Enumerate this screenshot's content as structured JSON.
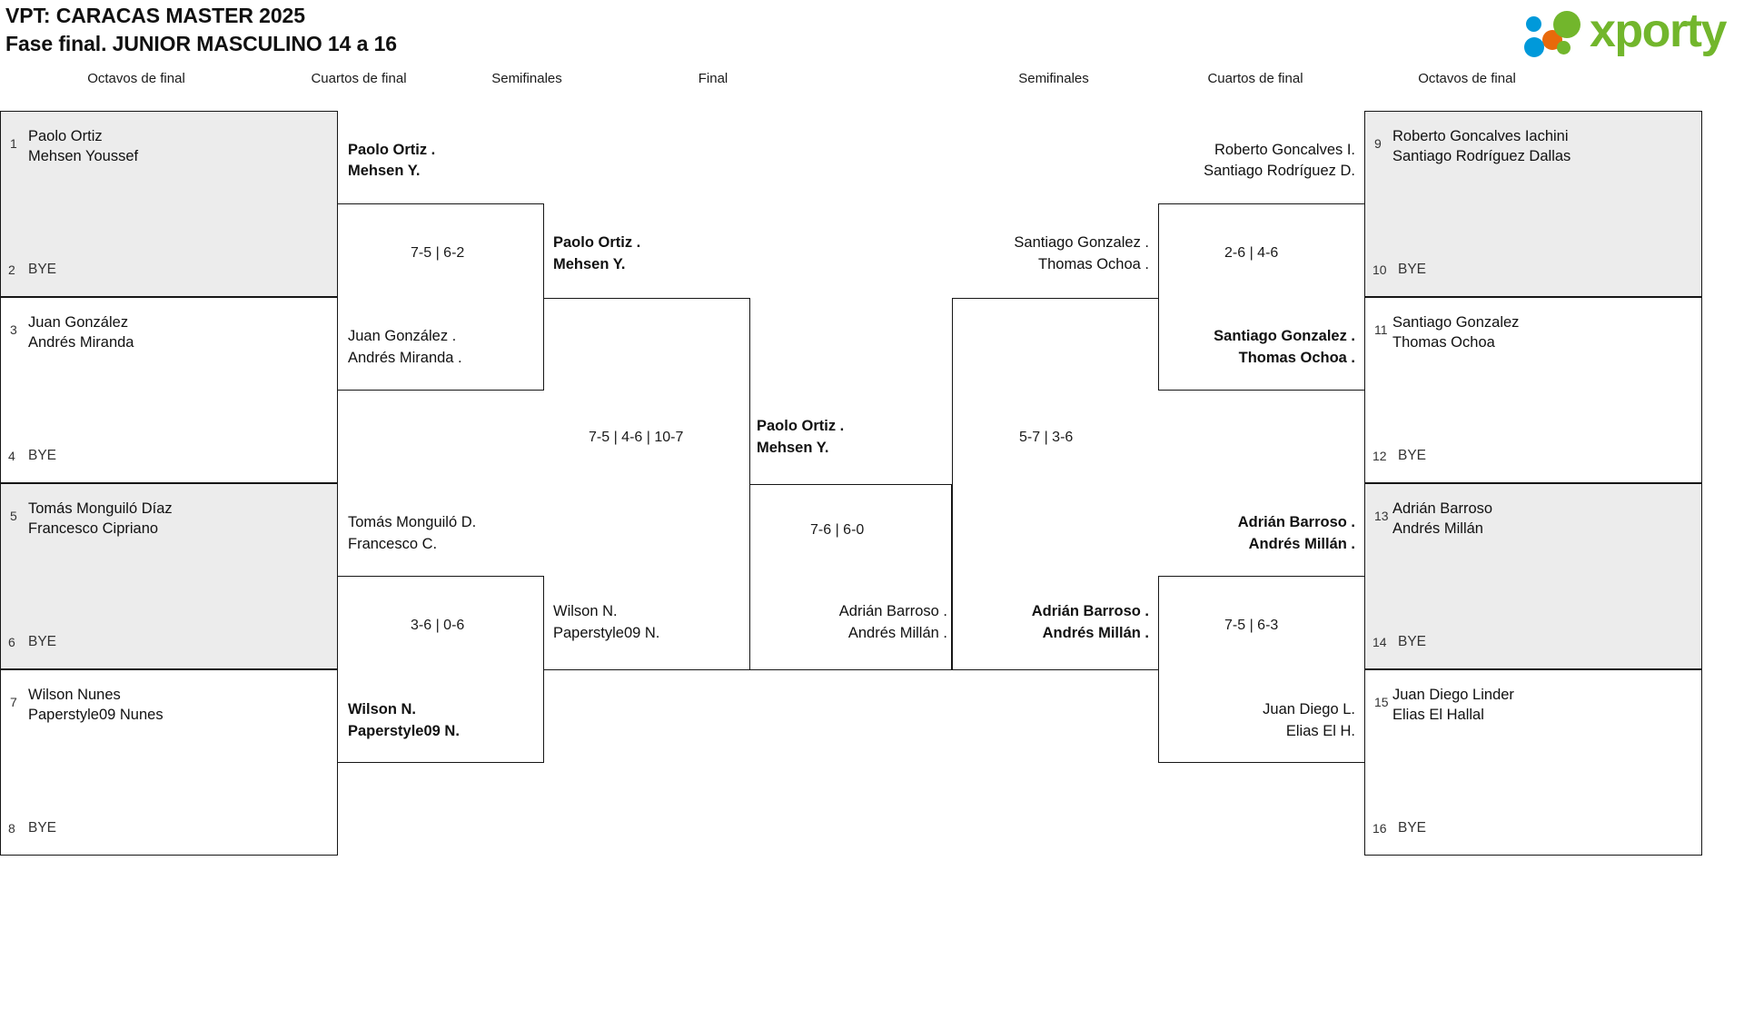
{
  "header": {
    "title_line1": "VPT: CARACAS MASTER 2025",
    "title_line2": "Fase final. JUNIOR MASCULINO 14 a 16",
    "logo_text": "xporty",
    "logo_colors": {
      "green": "#72b62c",
      "blue": "#0099da",
      "orange": "#e8690b"
    }
  },
  "round_headings": {
    "r16_left": "Octavos de final",
    "qf_left": "Cuartos de final",
    "sf_left": "Semifinales",
    "final": "Final",
    "sf_right": "Semifinales",
    "qf_right": "Cuartos de final",
    "r16_right": "Octavos de final"
  },
  "bracket": {
    "round16_left": [
      {
        "seed": "1",
        "line1": "Paolo Ortiz",
        "line2": "Mehsen Youssef"
      },
      {
        "seed": "2",
        "line1": "BYE",
        "line2": ""
      },
      {
        "seed": "3",
        "line1": "Juan González",
        "line2": "Andrés Miranda"
      },
      {
        "seed": "4",
        "line1": "BYE",
        "line2": ""
      },
      {
        "seed": "5",
        "line1": "Tomás Monguiló Díaz",
        "line2": "Francesco Cipriano"
      },
      {
        "seed": "6",
        "line1": "BYE",
        "line2": ""
      },
      {
        "seed": "7",
        "line1": "Wilson Nunes",
        "line2": "Paperstyle09 Nunes"
      },
      {
        "seed": "8",
        "line1": "BYE",
        "line2": ""
      }
    ],
    "round16_right": [
      {
        "seed": "9",
        "line1": "Roberto Goncalves Iachini",
        "line2": "Santiago Rodríguez Dallas"
      },
      {
        "seed": "10",
        "line1": "BYE",
        "line2": ""
      },
      {
        "seed": "11",
        "line1": "Santiago Gonzalez",
        "line2": "Thomas Ochoa"
      },
      {
        "seed": "12",
        "line1": "BYE",
        "line2": ""
      },
      {
        "seed": "13",
        "line1": "Adrián Barroso",
        "line2": "Andrés Millán"
      },
      {
        "seed": "14",
        "line1": "BYE",
        "line2": ""
      },
      {
        "seed": "15",
        "line1": "Juan Diego Linder",
        "line2": "Elias El Hallal"
      },
      {
        "seed": "16",
        "line1": "BYE",
        "line2": ""
      }
    ],
    "qf_left": [
      {
        "top_line1": "Paolo Ortiz .",
        "top_line2": "Mehsen Y.",
        "top_bold": true,
        "bottom_line1": "Juan González .",
        "bottom_line2": "Andrés Miranda .",
        "bottom_bold": false,
        "score": "7-5 | 6-2"
      },
      {
        "top_line1": "Tomás Monguiló D.",
        "top_line2": "Francesco C.",
        "top_bold": false,
        "bottom_line1": "Wilson N.",
        "bottom_line2": "Paperstyle09 N.",
        "bottom_bold": true,
        "score": "3-6 | 0-6"
      }
    ],
    "qf_right": [
      {
        "top_line1": "Roberto Goncalves I.",
        "top_line2": "Santiago Rodríguez D.",
        "top_bold": false,
        "bottom_line1": "Santiago Gonzalez .",
        "bottom_line2": "Thomas Ochoa .",
        "bottom_bold": true,
        "score": "2-6 | 4-6"
      },
      {
        "top_line1": "Adrián Barroso .",
        "top_line2": "Andrés Millán .",
        "top_bold": true,
        "bottom_line1": "Juan Diego L.",
        "bottom_line2": "Elias El H.",
        "bottom_bold": false,
        "score": "7-5 | 6-3"
      }
    ],
    "sf_left": {
      "top_line1": "Paolo Ortiz .",
      "top_line2": "Mehsen Y.",
      "top_bold": true,
      "bottom_line1": "Wilson N.",
      "bottom_line2": "Paperstyle09 N.",
      "bottom_bold": false,
      "score": "7-5 | 4-6 | 10-7"
    },
    "sf_right": {
      "top_line1": "Santiago Gonzalez .",
      "top_line2": "Thomas Ochoa .",
      "top_bold": false,
      "bottom_line1": "Adrián Barroso .",
      "bottom_line2": "Andrés Millán .",
      "bottom_bold": true,
      "score": "5-7 | 3-6"
    },
    "final": {
      "winner_line1": "Paolo Ortiz .",
      "winner_line2": "Mehsen Y.",
      "loser_line1": "Adrián Barroso .",
      "loser_line2": "Andrés Millán .",
      "score": "7-6 | 6-0"
    }
  }
}
